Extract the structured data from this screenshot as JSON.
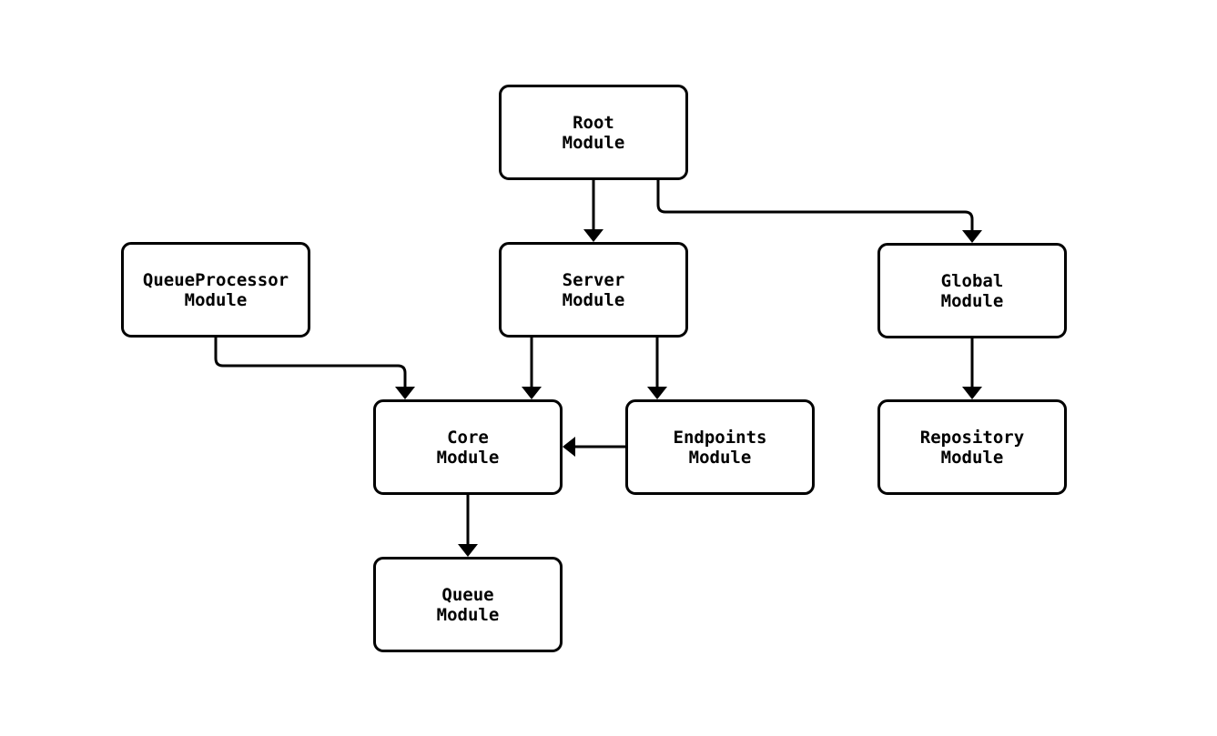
{
  "diagram": {
    "type": "module-dependency-graph",
    "colors": {
      "background": "#ffffff",
      "node_fill": "#ffffff",
      "node_border": "#000000",
      "edge_stroke": "#000000",
      "text": "#000000"
    },
    "nodes": {
      "root": {
        "id": "root",
        "label": "Root\nModule"
      },
      "queueprocessor": {
        "id": "queueprocessor",
        "label": "QueueProcessor\nModule"
      },
      "server": {
        "id": "server",
        "label": "Server\nModule"
      },
      "global": {
        "id": "global",
        "label": "Global\nModule"
      },
      "core": {
        "id": "core",
        "label": "Core\nModule"
      },
      "endpoints": {
        "id": "endpoints",
        "label": "Endpoints\nModule"
      },
      "repository": {
        "id": "repository",
        "label": "Repository\nModule"
      },
      "queue": {
        "id": "queue",
        "label": "Queue\nModule"
      }
    },
    "edges": [
      {
        "from": "Root Module",
        "to": "Server Module"
      },
      {
        "from": "Root Module",
        "to": "Global Module"
      },
      {
        "from": "QueueProcessor Module",
        "to": "Core Module"
      },
      {
        "from": "Server Module",
        "to": "Core Module"
      },
      {
        "from": "Server Module",
        "to": "Endpoints Module"
      },
      {
        "from": "Endpoints Module",
        "to": "Core Module"
      },
      {
        "from": "Global Module",
        "to": "Repository Module"
      },
      {
        "from": "Core Module",
        "to": "Queue Module"
      }
    ]
  }
}
